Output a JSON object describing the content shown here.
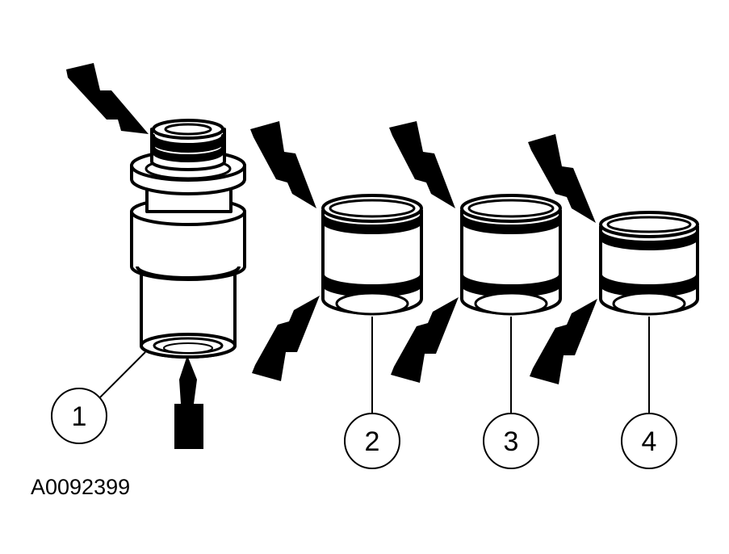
{
  "figure_id": "A0092399",
  "callouts": [
    "1",
    "2",
    "3",
    "4"
  ],
  "colors": {
    "ink": "#000000",
    "paper": "#ffffff"
  }
}
